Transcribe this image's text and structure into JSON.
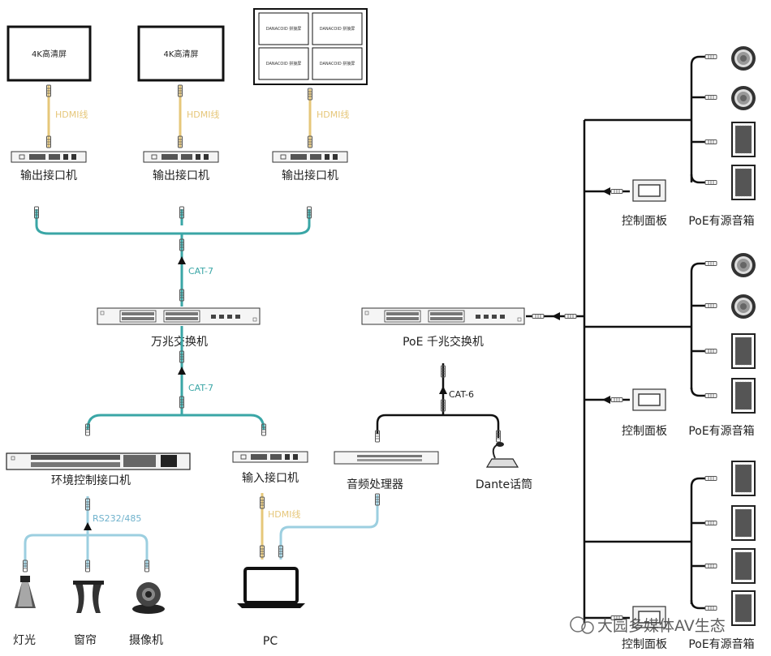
{
  "screens": {
    "screen1": "4K高清屏",
    "screen2": "4K高清屏",
    "wall_tile": "DANACOID 拼接屏"
  },
  "cables": {
    "hdmi": "HDMI线",
    "cat7": "CAT-7",
    "cat6": "CAT-6",
    "rs232": "RS232/485"
  },
  "devices": {
    "output_receiver": "输出接口机",
    "core_switch": "万兆交换机",
    "poe_switch": "PoE 千兆交换机",
    "env_controller": "环境控制接口机",
    "input_transmitter": "输入接口机",
    "audio_processor": "音频处理器",
    "dante_mic": "Dante话筒",
    "control_panel": "控制面板",
    "poe_speaker": "PoE有源音箱",
    "light": "灯光",
    "curtain": "窗帘",
    "camera": "摄像机",
    "pc": "PC"
  },
  "watermark": "大园多媒体AV生态",
  "colors": {
    "teal": "#3aa6a6",
    "gold": "#e6c77a",
    "lightblue": "#9ccfe0",
    "dark": "#222222"
  }
}
